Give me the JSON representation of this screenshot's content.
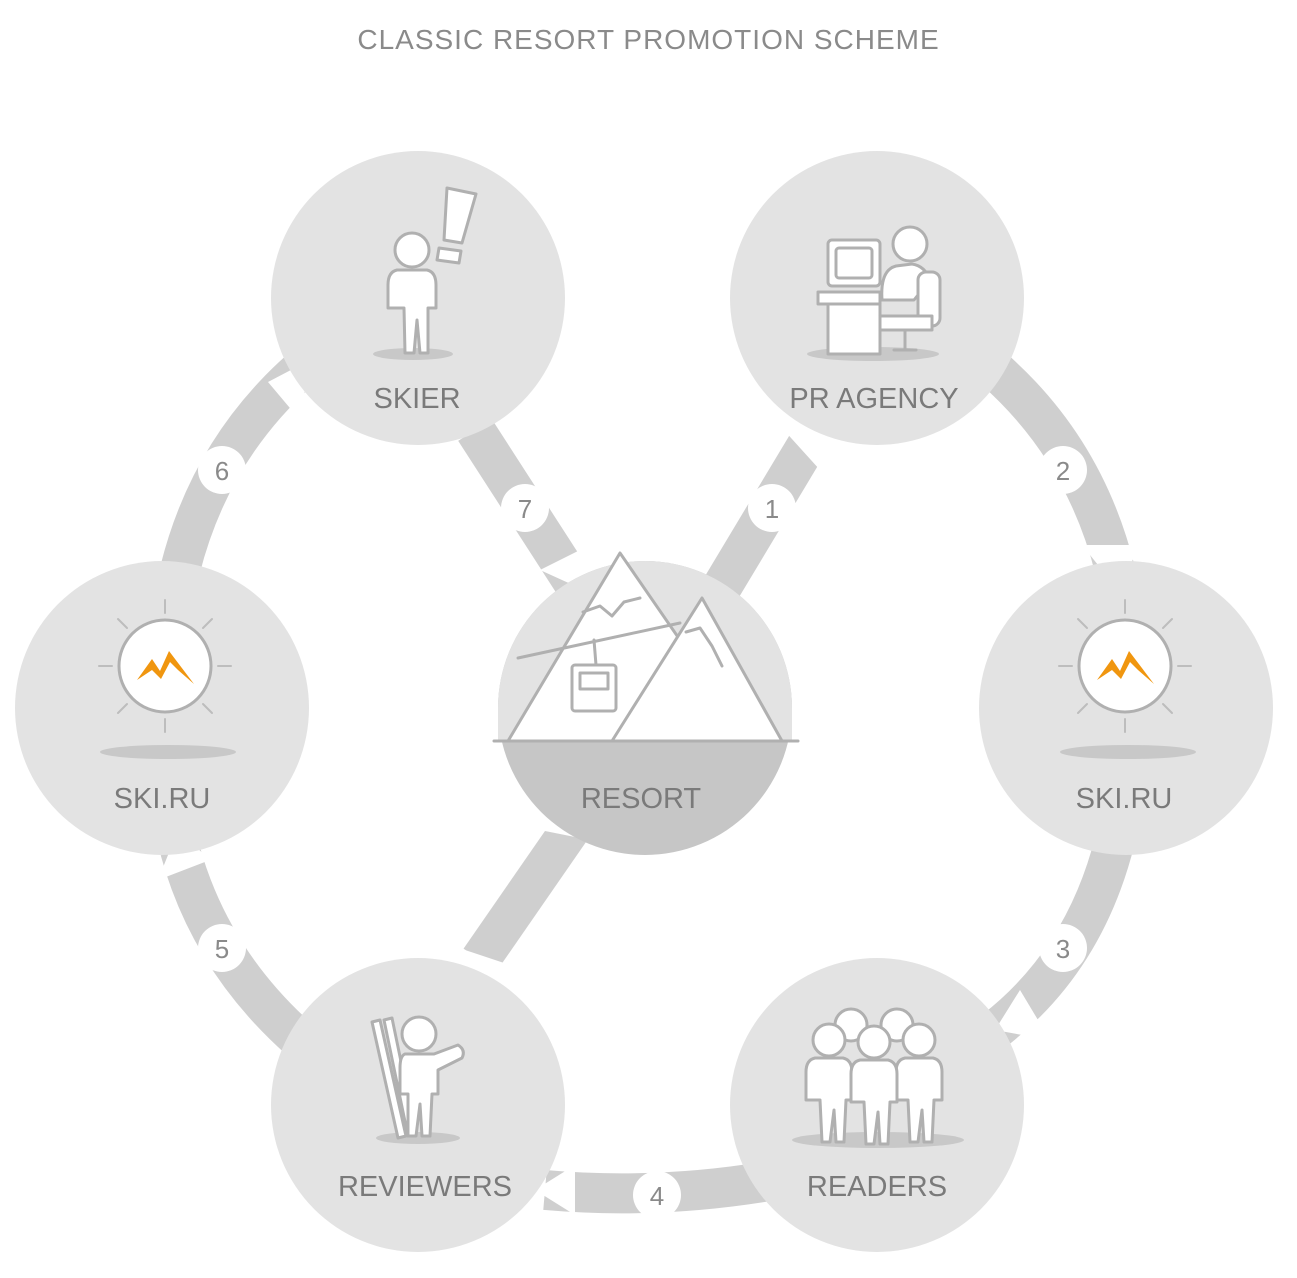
{
  "title": "CLASSIC RESORT PROMOTION  SCHEME",
  "nodes": {
    "skier": {
      "label": "SKIER"
    },
    "pr_agency": {
      "label": "PR AGENCY"
    },
    "ski_ru_left": {
      "label": "SKI.RU"
    },
    "ski_ru_right": {
      "label": "SKI.RU"
    },
    "resort": {
      "label": "RESORT"
    },
    "reviewers": {
      "label": "REVIEWERS"
    },
    "readers": {
      "label": "READERS"
    }
  },
  "steps": [
    {
      "number": "1",
      "from": "RESORT",
      "to": "PR AGENCY"
    },
    {
      "number": "2",
      "from": "PR AGENCY",
      "to": "SKI.RU"
    },
    {
      "number": "3",
      "from": "SKI.RU",
      "to": "READERS"
    },
    {
      "number": "4",
      "from": "READERS",
      "to": "REVIEWERS"
    },
    {
      "number": "5",
      "from": "REVIEWERS",
      "to": "SKI.RU"
    },
    {
      "number": "6",
      "from": "SKI.RU",
      "to": "SKIER"
    },
    {
      "number": "7",
      "from": "SKIER",
      "to": "RESORT"
    }
  ],
  "colors": {
    "circle": "#e3e3e3",
    "resort_base": "#c6c6c6",
    "arrow": "#cfcfcf",
    "text": "#7a7a7a",
    "logo_accent": "#f0960f"
  }
}
